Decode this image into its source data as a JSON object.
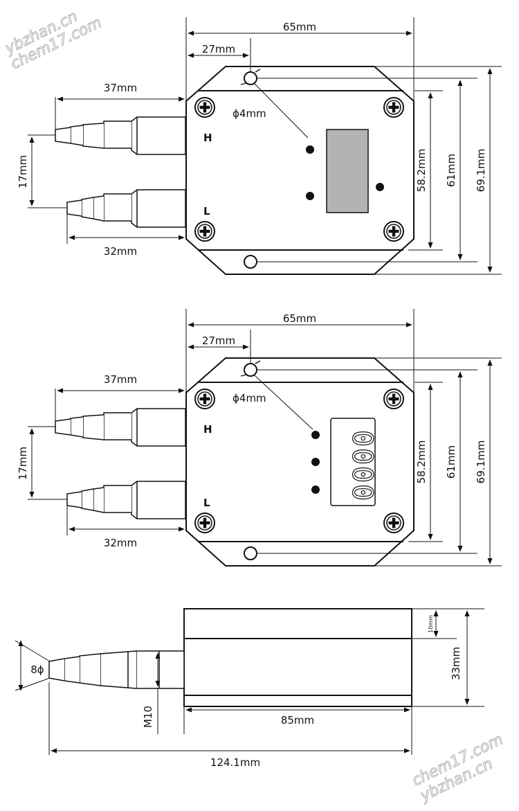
{
  "watermarks": {
    "top_left": {
      "line1": "ybzhan.cn",
      "line2": "chem17.com"
    },
    "bottom_right": {
      "line1": "chem17.com",
      "line2": "ybzhan.cn"
    }
  },
  "view1": {
    "dim_total_width": "65mm",
    "dim_hole_offset": "27mm",
    "dim_port_h": "37mm",
    "dim_port_l": "32mm",
    "dim_port_spacing": "17mm",
    "dim_hole_diameter": "ϕ4mm",
    "dim_inner_height": "58.2mm",
    "dim_mid_height": "61mm",
    "dim_total_height": "69.1mm",
    "port_high_label": "H",
    "port_low_label": "L"
  },
  "view2": {
    "dim_total_width": "65mm",
    "dim_hole_offset": "27mm",
    "dim_port_h": "37mm",
    "dim_port_l": "32mm",
    "dim_port_spacing": "17mm",
    "dim_hole_diameter": "ϕ4mm",
    "dim_inner_height": "58.2mm",
    "dim_mid_height": "61mm",
    "dim_total_height": "69.1mm",
    "port_high_label": "H",
    "port_low_label": "L",
    "display_digits": [
      "0",
      "0",
      "0",
      "0"
    ]
  },
  "side_view": {
    "dim_nozzle_diameter": "8ϕ",
    "dim_thread": "M10",
    "dim_body_length": "85mm",
    "dim_total_length": "124.1mm",
    "dim_height": "33mm",
    "dim_top_section": "10mm"
  }
}
